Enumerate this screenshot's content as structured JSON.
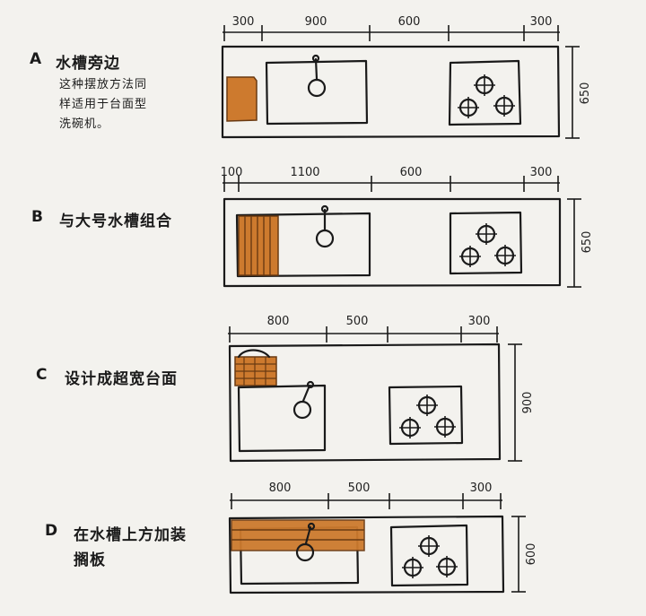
{
  "colors": {
    "accent": "#cd7a2e",
    "line": "#1a1a1a",
    "paper": "#f3f2ee"
  },
  "A": {
    "letter": "A",
    "title": "水槽旁边",
    "desc": [
      "这种摆放方法同",
      "样适用于台面型",
      "洗碗机。"
    ],
    "dims": [
      "300",
      "900",
      "600",
      "300"
    ],
    "depth": "650"
  },
  "B": {
    "letter": "B",
    "title": "与大号水槽组合",
    "dims": [
      "100",
      "1100",
      "600",
      "300"
    ],
    "depth": "650"
  },
  "C": {
    "letter": "C",
    "title": "设计成超宽台面",
    "dims": [
      "800",
      "500",
      "300"
    ],
    "depth": "900"
  },
  "D": {
    "letter": "D",
    "title": "在水槽上方加装",
    "title2": "搁板",
    "dims": [
      "800",
      "500",
      "300"
    ],
    "depth": "600"
  }
}
